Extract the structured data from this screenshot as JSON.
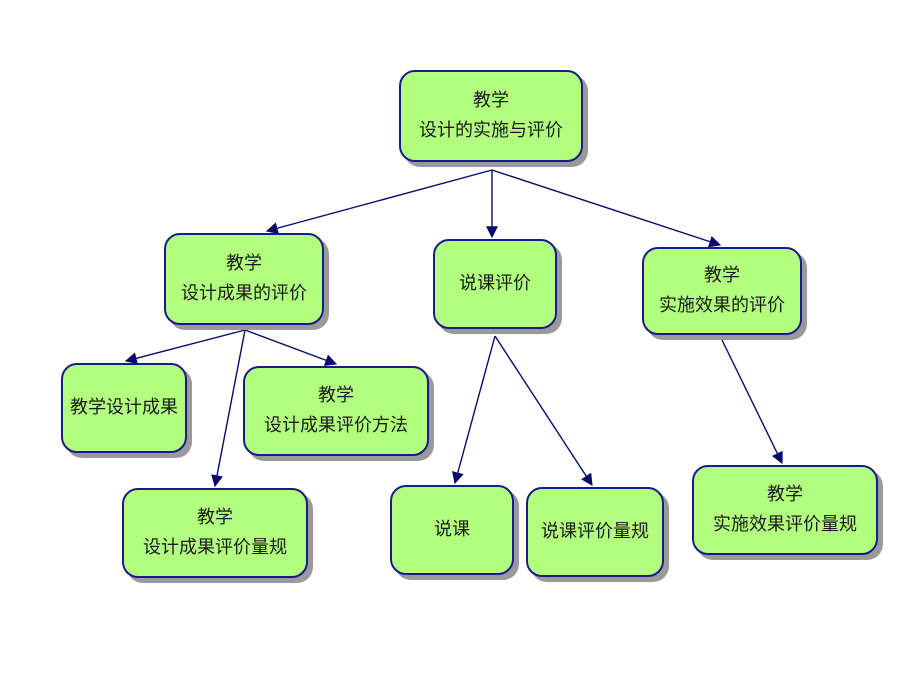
{
  "diagram": {
    "nodes": [
      {
        "id": "root",
        "lines": [
          "教学",
          "设计的实施与评价"
        ]
      },
      {
        "id": "design",
        "lines": [
          "教学",
          "设计成果的评价"
        ]
      },
      {
        "id": "talk",
        "lines": [
          "说课评价"
        ]
      },
      {
        "id": "impl",
        "lines": [
          "教学",
          "实施效果的评价"
        ]
      },
      {
        "id": "d1",
        "lines": [
          "教学设计成果"
        ]
      },
      {
        "id": "d2",
        "lines": [
          "教学",
          "设计成果评价方法"
        ]
      },
      {
        "id": "d3",
        "lines": [
          "教学",
          "设计成果评价量规"
        ]
      },
      {
        "id": "t1",
        "lines": [
          "说课"
        ]
      },
      {
        "id": "t2",
        "lines": [
          "说课评价量规"
        ]
      },
      {
        "id": "i1",
        "lines": [
          "教学",
          "实施效果评价量规"
        ]
      }
    ],
    "edges": [
      {
        "from": "root",
        "to": "design"
      },
      {
        "from": "root",
        "to": "talk"
      },
      {
        "from": "root",
        "to": "impl"
      },
      {
        "from": "design",
        "to": "d1"
      },
      {
        "from": "design",
        "to": "d2"
      },
      {
        "from": "design",
        "to": "d3"
      },
      {
        "from": "talk",
        "to": "t1"
      },
      {
        "from": "talk",
        "to": "t2"
      },
      {
        "from": "impl",
        "to": "i1"
      }
    ],
    "colors": {
      "node_fill": "#b2ff80",
      "node_border": "#1a1a8c",
      "edge": "#0a0a6e",
      "shadow": "#9a9a9a"
    }
  }
}
